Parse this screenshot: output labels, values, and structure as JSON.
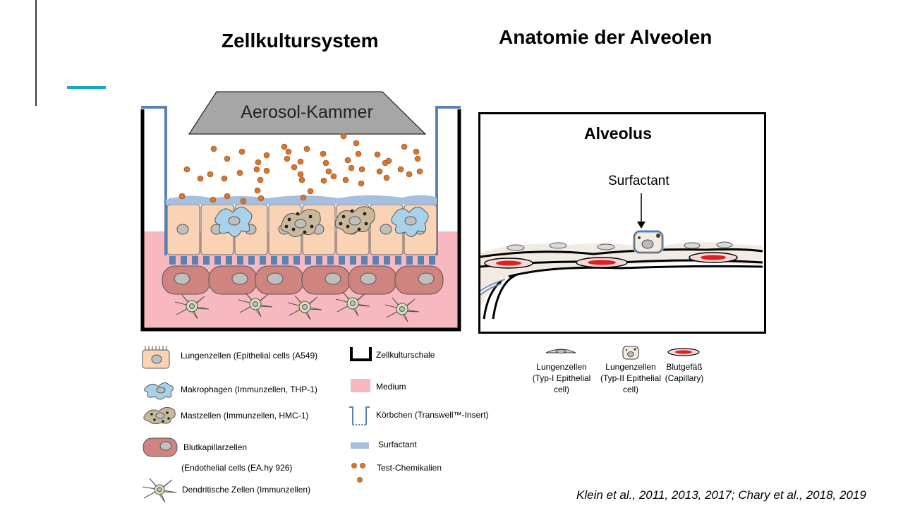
{
  "titles": {
    "left": "Zellkultursystem",
    "right": "Anatomie der Alveolen"
  },
  "culture": {
    "chamber_label": "Aerosol-Kammer"
  },
  "alveolus": {
    "title": "Alveolus",
    "surfactant_label": "Surfactant"
  },
  "legend_left": {
    "lung_cells": "Lungenzellen (Epithelial cells (A549)",
    "macrophages": "Makrophagen (Immunzellen, THP-1)",
    "mast_cells": "Mastzellen (Immunzellen,  HMC-1)",
    "capillary_cells": "Blutkapillarzellen",
    "endothelial": "(Endothelial  cells (EA.hy 926)",
    "dendritic": "Dendritische Zellen (Immunzellen)"
  },
  "legend_mid": {
    "dish": "Zellkulturschale",
    "medium": "Medium",
    "insert": "Körbchen (Transwell™-Insert)",
    "surfactant": "Surfactant",
    "chemicals": "Test-Chemikalien"
  },
  "legend_right": {
    "type1": "Lungenzellen (Typ-I Epithelial cell)",
    "type2": "Lungenzellen (Typ-II Epithelial cell)",
    "vessel": "Blutgefäß (Capillary)"
  },
  "citation": "Klein et al., 2011, 2013, 2017; Chary et al., 2018, 2019",
  "colors": {
    "accent": "#1aa8bc",
    "medium": "#f7b8c0",
    "epithelial": "#f9d3b4",
    "macrophage": "#a9d2ea",
    "mast": "#c9b99a",
    "capillary": "#cf8480",
    "dendritic": "#d5e3b3",
    "insert": "#5b82b6",
    "surfactant": "#a6bfdf",
    "chemical": "#d7762e",
    "chamber": "#a6a6a6"
  }
}
